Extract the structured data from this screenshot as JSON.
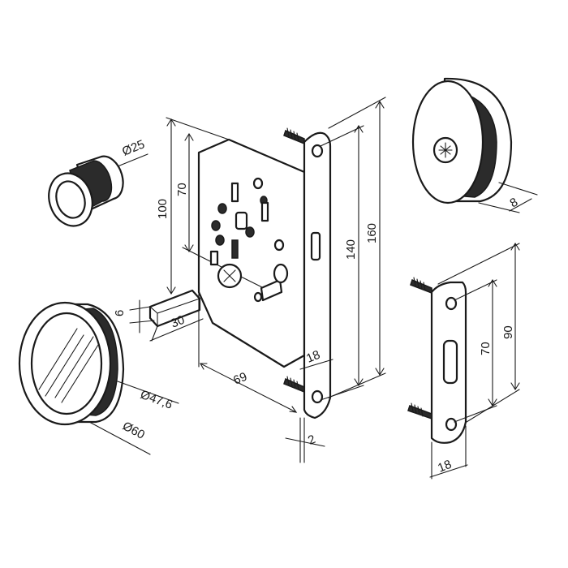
{
  "dimensions": {
    "d25": "Ø25",
    "d100": "100",
    "d70_body": "70",
    "d6": "6",
    "d30": "30",
    "d69": "69",
    "d18_body": "18",
    "d2": "2",
    "d140": "140",
    "d160": "160",
    "d8": "8",
    "d70_strike": "70",
    "d90": "90",
    "d18_strike": "18",
    "d47": "Ø47,6",
    "d60": "Ø60"
  },
  "colors": {
    "line": "#1a1a1a",
    "rubber": "#2b2b2b",
    "paper": "#ffffff"
  }
}
